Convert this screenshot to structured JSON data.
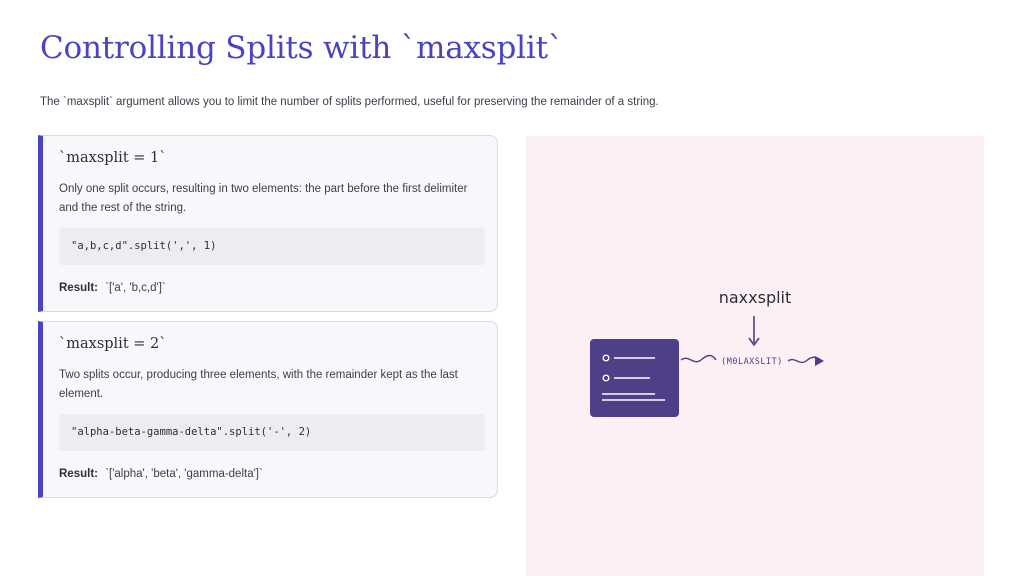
{
  "page": {
    "title": "Controlling Splits with `maxsplit`",
    "subtitle": "The `maxsplit` argument allows you to limit the number of splits performed, useful for preserving the remainder of a string."
  },
  "cards": [
    {
      "heading": "`maxsplit = 1`",
      "description": "Only one split occurs, resulting in two elements: the part before the first delimiter and the rest of the string.",
      "code": "\"a,b,c,d\".split(',', 1)",
      "result_label": "Result:",
      "result_value": "`['a', 'b,c,d']`"
    },
    {
      "heading": "`maxsplit = 2`",
      "description": "Two splits occur, producing three elements, with the remainder kept as the last element.",
      "code": "\"alpha-beta-gamma-delta\".split('-', 2)",
      "result_label": "Result:",
      "result_value": "`['alpha', 'beta', 'gamma-delta']`"
    }
  ],
  "illustration": {
    "top_label": "naxxsplit",
    "arrow_label": "(M0LAXSLIT)",
    "document_icon": "document-list-icon",
    "colors": {
      "background": "#fcf0f4",
      "accent": "#4f3f86"
    }
  },
  "colors": {
    "title": "#4a44c4",
    "card_accent": "#4a44c4"
  }
}
